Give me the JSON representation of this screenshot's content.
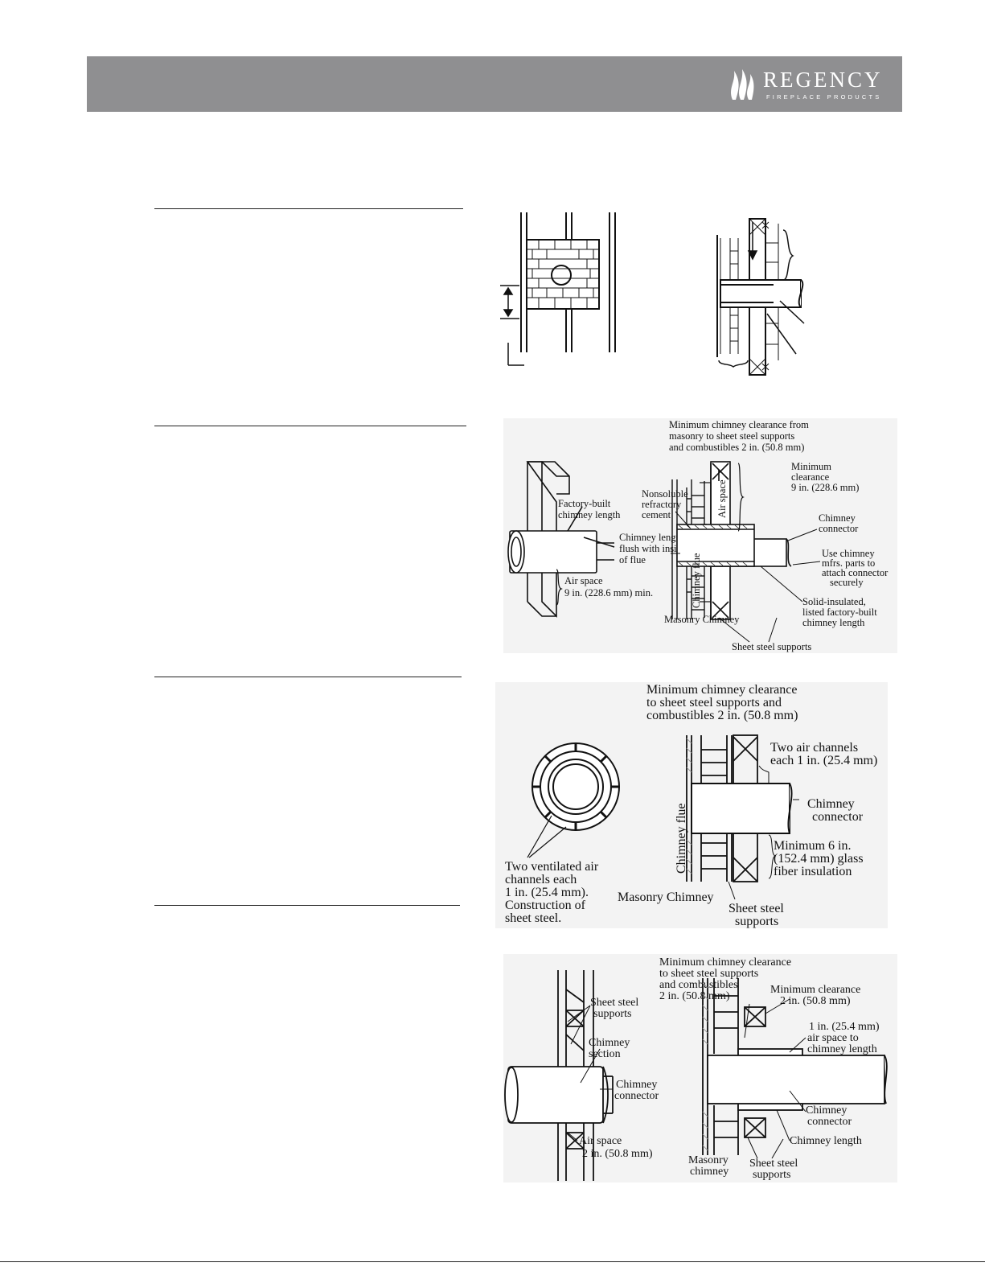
{
  "header": {
    "brand": "REGENCY",
    "brand_sub": "FIREPLACE PRODUCTS"
  },
  "fig2": {
    "top_note_1": "Minimum chimney clearance from",
    "top_note_2": "masonry to sheet steel supports",
    "top_note_3": "and combustibles 2 in. (50.8 mm)",
    "min_clear_1": "Minimum",
    "min_clear_2": "clearance",
    "min_clear_3": "9 in. (228.6 mm)",
    "air_space_vert": "Air space",
    "nonsoluble_1": "Nonsoluble",
    "nonsoluble_2": "refractory",
    "nonsoluble_3": "cement",
    "factory_1": "Factory-built",
    "factory_2": "chimney length",
    "flush_1": "Chimney length",
    "flush_2": "flush with inside",
    "flush_3": "of flue",
    "air_left_1": "Air space",
    "air_left_2": "9 in. (228.6 mm) min.",
    "connector_1": "Chimney",
    "connector_2": "connector",
    "use_1": "Use chimney",
    "use_2": "mfrs. parts to",
    "use_3": "attach connector",
    "use_4": "securely",
    "solid_1": "Solid-insulated,",
    "solid_2": "listed factory-built",
    "solid_3": "chimney length",
    "flue_vert": "Chimney flue",
    "masonry": "Masonry Chimney",
    "supports": "Sheet steel supports"
  },
  "fig3": {
    "top_1": "Minimum chimney clearance",
    "top_2": "to sheet steel supports and",
    "top_3": "combustibles 2 in. (50.8 mm)",
    "two_air_1": "Two air channels",
    "two_air_2": "each 1 in. (25.4 mm)",
    "connector_1": "Chimney",
    "connector_2": "connector",
    "min6_1": "Minimum 6 in.",
    "min6_2": "(152.4 mm) glass",
    "min6_3": "fiber insulation",
    "vent_1": "Two ventilated air",
    "vent_2": "channels each",
    "vent_3": "1 in. (25.4 mm).",
    "vent_4": "Construction of",
    "vent_5": "sheet steel.",
    "flue_vert": "Chimney flue",
    "masonry": "Masonry Chimney",
    "supports_1": "Sheet steel",
    "supports_2": "supports"
  },
  "fig4": {
    "top_1": "Minimum chimney clearance",
    "top_2": "to sheet steel supports",
    "top_3": "and combustibles",
    "top_4": "2 in. (50.8 mm)",
    "minclear_1": "Minimum clearance",
    "minclear_2": "2 in. (50.8 mm)",
    "airspace_1": "1 in. (25.4 mm)",
    "airspace_2": "air space to",
    "airspace_3": "chimney length",
    "ss_1": "Sheet steel",
    "ss_2": "supports",
    "section_1": "Chimney",
    "section_2": "section",
    "conn_left_1": "Chimney",
    "conn_left_2": "connector",
    "conn_right_1": "Chimney",
    "conn_right_2": "connector",
    "chimney_length": "Chimney length",
    "air_1": "Air space",
    "air_2": "2 in. (50.8 mm)",
    "masonry_1": "Masonry",
    "masonry_2": "chimney",
    "supports_1": "Sheet steel",
    "supports_2": "supports"
  }
}
